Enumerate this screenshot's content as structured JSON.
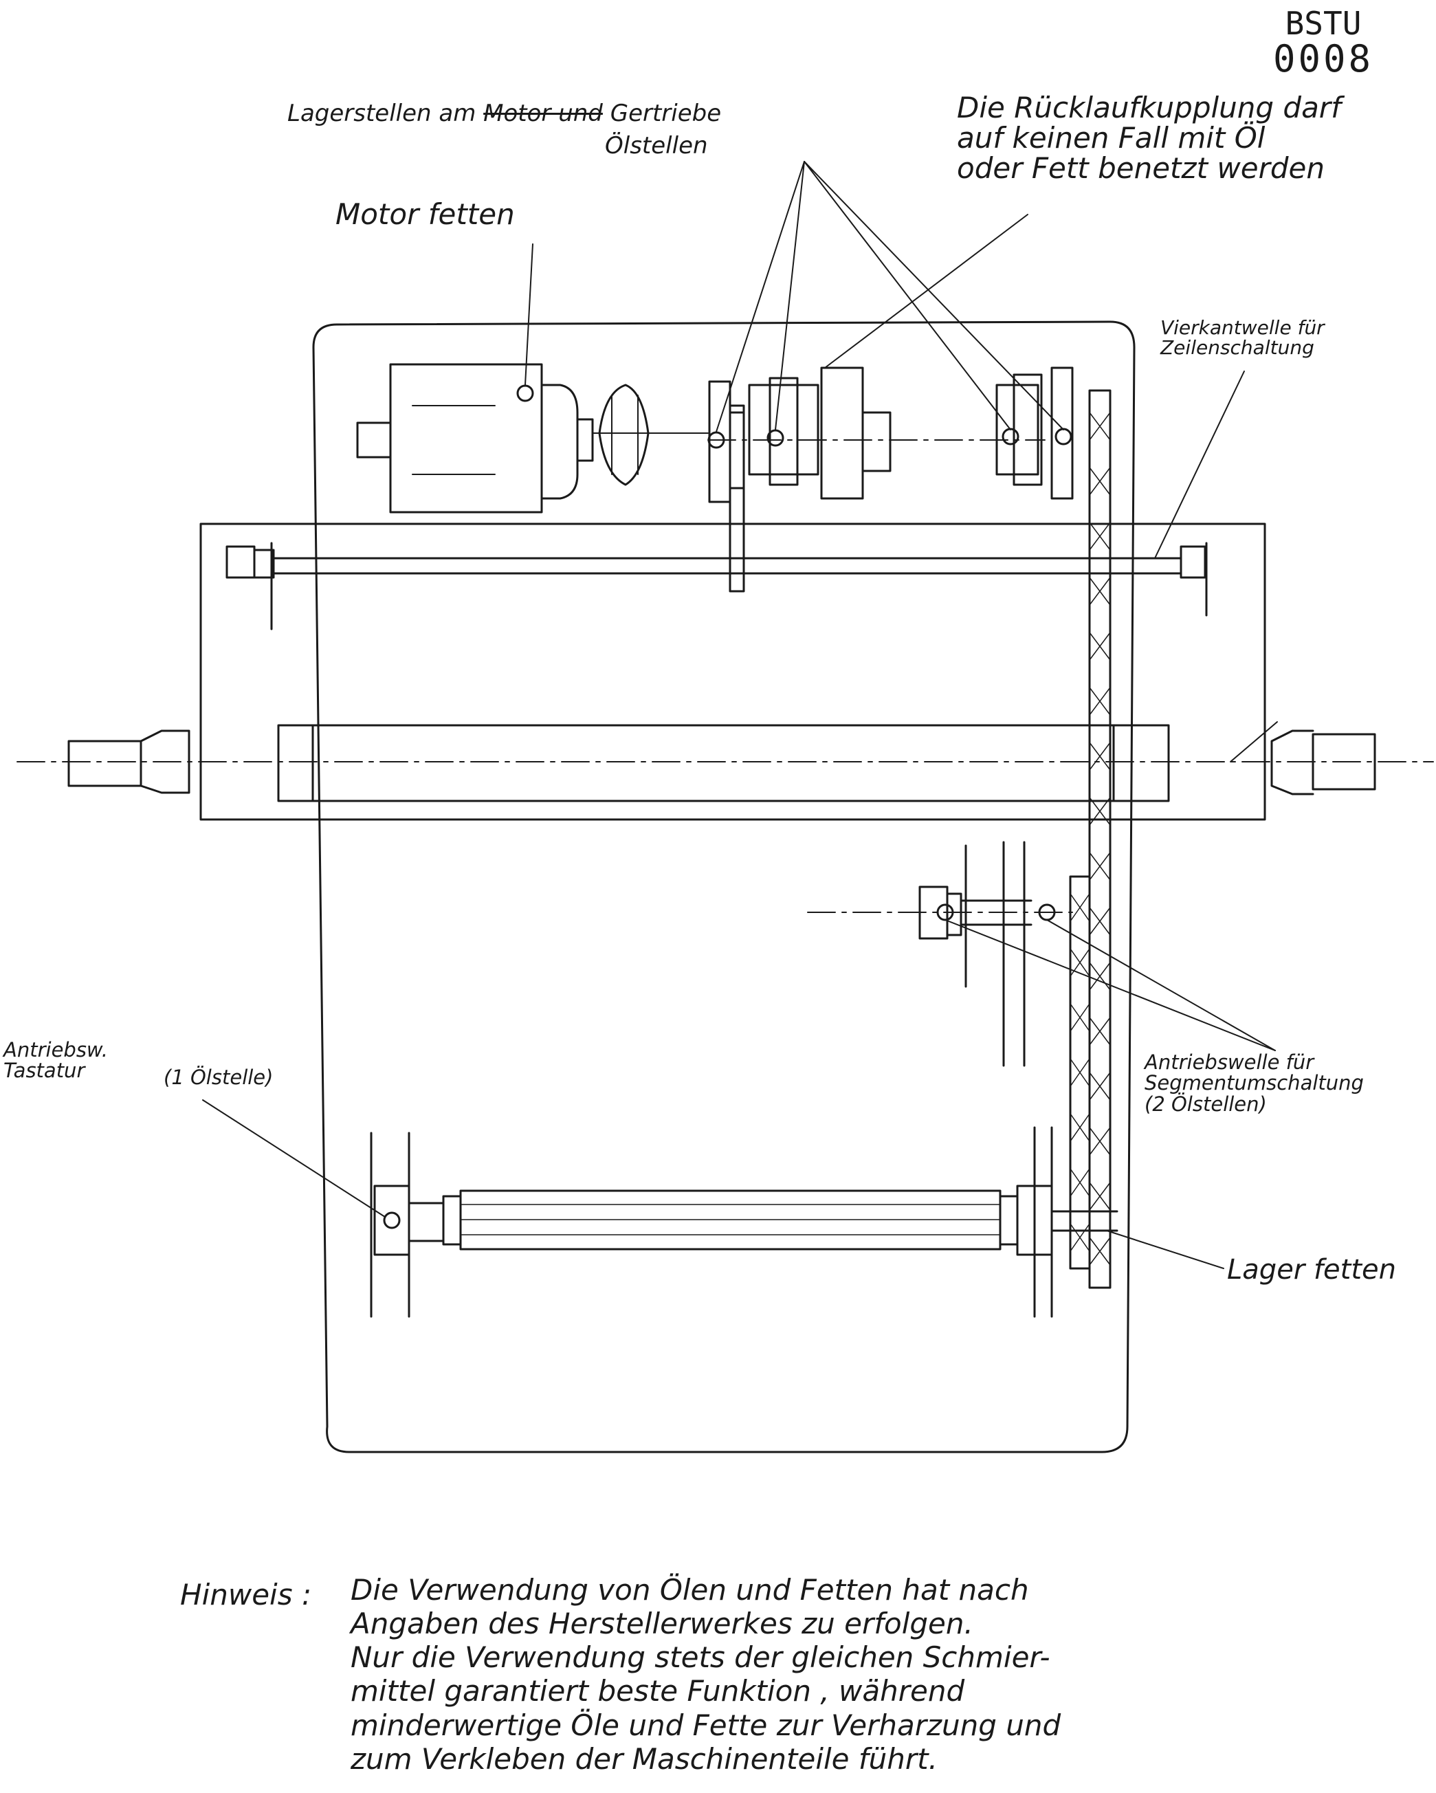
{
  "stamp": {
    "line1": "BSTU",
    "line2": "0008"
  },
  "labels": {
    "lagerstellen_prefix": "Lagerstellen am",
    "lagerstellen_struck": "Motor und",
    "lagerstellen_suffix": "Gertriebe",
    "oelstellen": "Ölstellen",
    "motor_fetten": "Motor fetten",
    "ruecklauf_1": "Die Rücklaufkupplung darf",
    "ruecklauf_2": "auf keinen Fall mit Öl",
    "ruecklauf_3": "oder Fett benetzt werden",
    "vierkant_1": "Vierkantwelle für",
    "vierkant_2": "Zeilenschaltung",
    "antrieb_tast_1": "Antriebsw.",
    "antrieb_tast_2": "Tastatur",
    "ein_oelstelle": "(1 Ölstelle)",
    "segment_1": "Antriebswelle für",
    "segment_2": "Segmentumschaltung",
    "segment_3": "(2 Ölstellen)",
    "lager_fetten": "Lager fetten"
  },
  "note": {
    "head": "Hinweis :",
    "lines": [
      "Die Verwendung von Ölen und Fetten hat nach",
      "Angaben des Herstellerwerkes zu erfolgen.",
      "Nur die Verwendung stets der gleichen Schmier-",
      "mittel garantiert beste Funktion ,  während",
      "minderwertige Öle und Fette zur Verharzung und",
      "zum Verkleben der Maschinenteile führt."
    ]
  }
}
